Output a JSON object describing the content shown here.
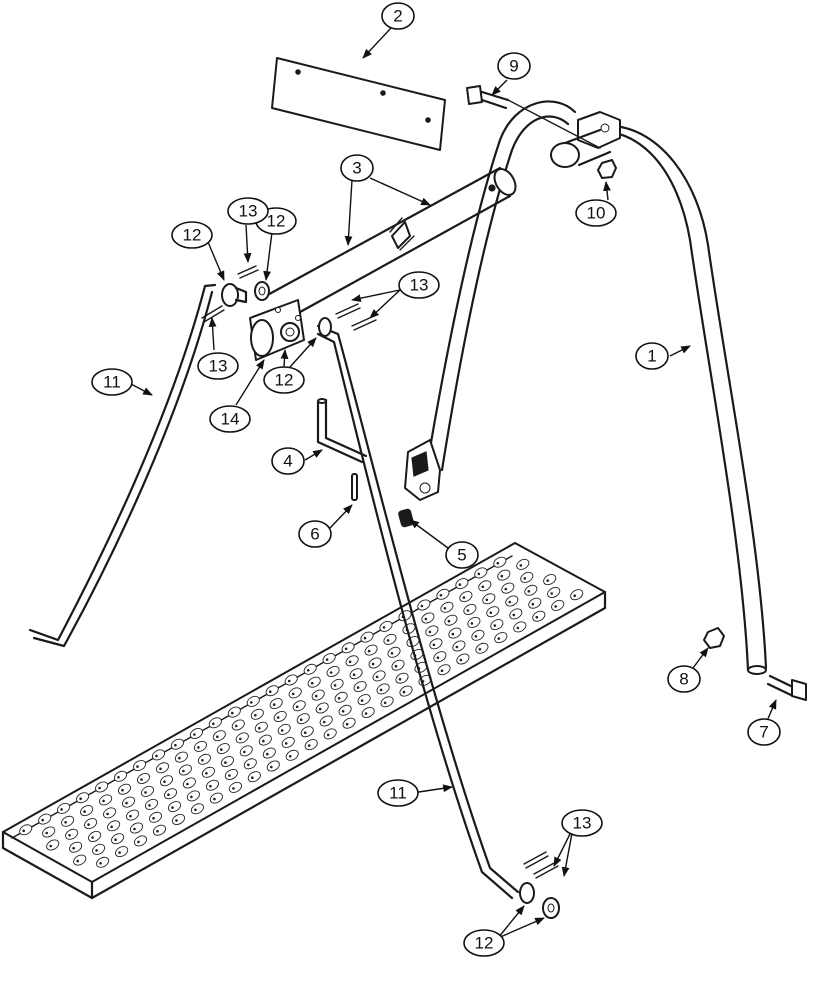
{
  "callouts": [
    {
      "label": "1"
    },
    {
      "label": "2"
    },
    {
      "label": "3"
    },
    {
      "label": "4"
    },
    {
      "label": "5"
    },
    {
      "label": "6"
    },
    {
      "label": "7"
    },
    {
      "label": "8"
    },
    {
      "label": "9"
    },
    {
      "label": "10"
    },
    {
      "label": "11"
    },
    {
      "label": "11"
    },
    {
      "label": "12"
    },
    {
      "label": "12"
    },
    {
      "label": "12"
    },
    {
      "label": "12"
    },
    {
      "label": "13"
    },
    {
      "label": "13"
    },
    {
      "label": "13"
    },
    {
      "label": "13"
    },
    {
      "label": "14"
    }
  ]
}
